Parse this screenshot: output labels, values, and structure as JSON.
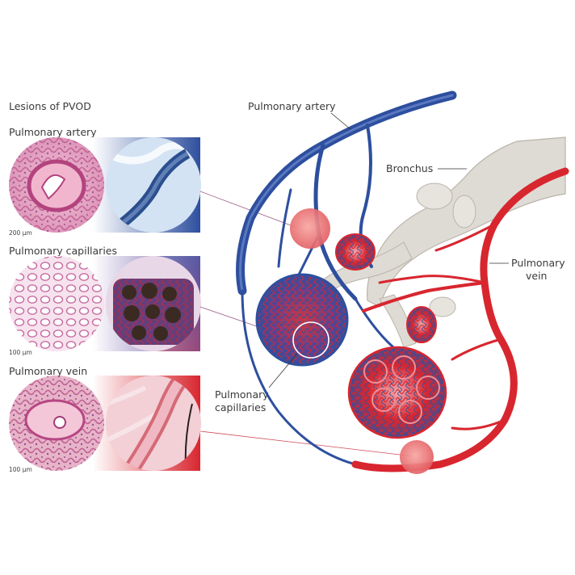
{
  "panel": {
    "title": "Lesions of PVOD",
    "sections": [
      {
        "label": "Pulmonary artery",
        "scale": "200 µm"
      },
      {
        "label": "Pulmonary capillaries",
        "scale": "100 µm"
      },
      {
        "label": "Pulmonary vein",
        "scale": "100 µm"
      }
    ]
  },
  "anatomy": {
    "artery_label": "Pulmonary artery",
    "bronchus_label": "Bronchus",
    "vein_label_line1": "Pulmonary",
    "vein_label_line2": "vein",
    "capillaries_label_line1": "Pulmonary",
    "capillaries_label_line2": "capillaries"
  },
  "colors": {
    "artery_blue": "#2e4f9e",
    "vein_red": "#d8262f",
    "bronchus_grey": "#dedbd4",
    "histology_pink": "#e9a7c4",
    "marker_pink": "#e9666a"
  }
}
